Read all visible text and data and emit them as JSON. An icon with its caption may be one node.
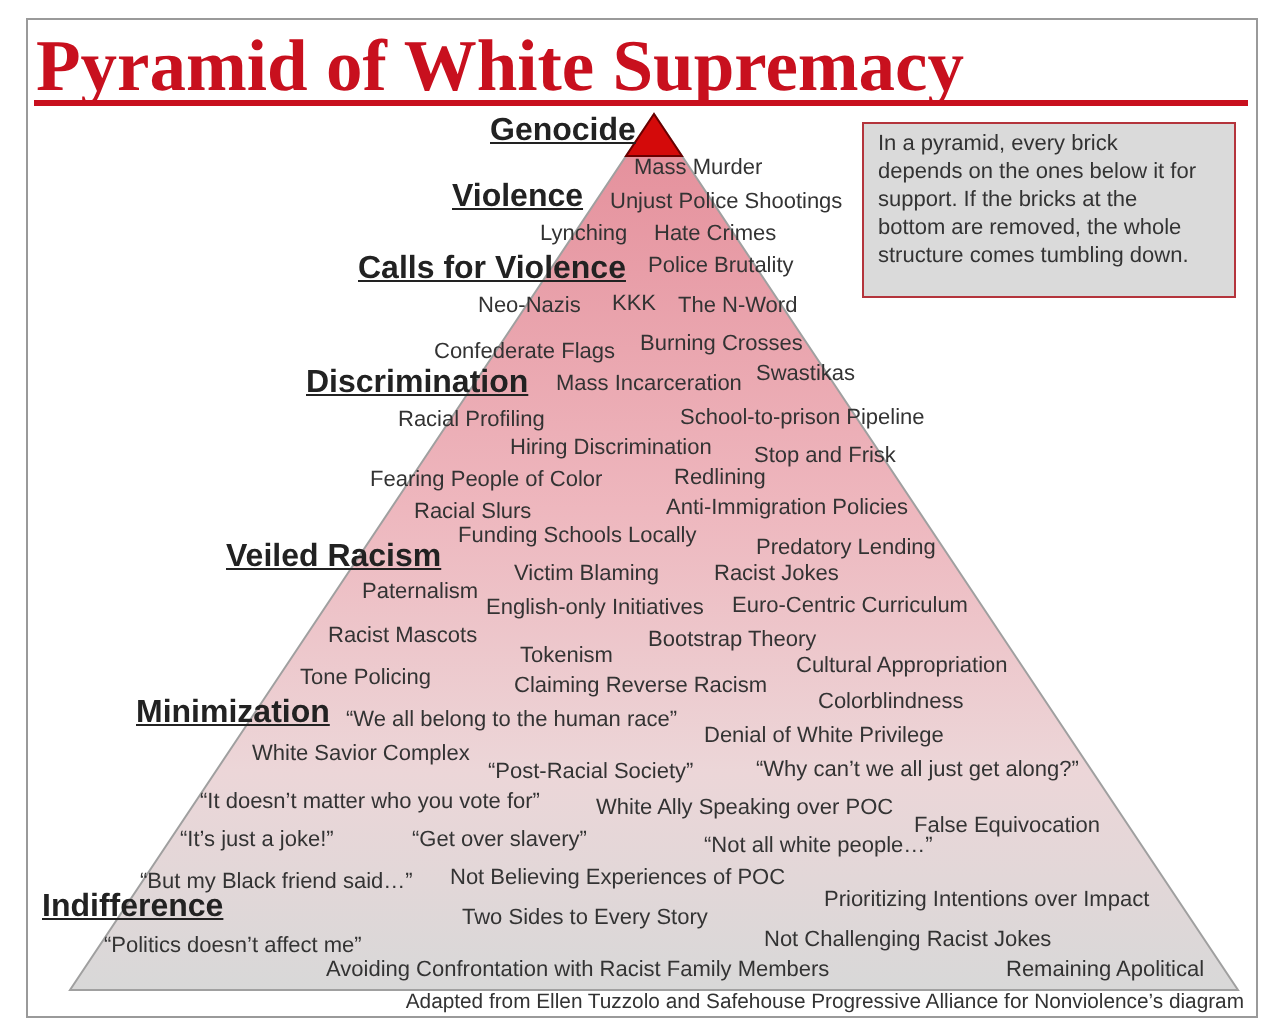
{
  "diagram": {
    "title": "Pyramid of White Supremacy",
    "caption": "Adapted from Ellen Tuzzolo and Safehouse Progressive Alliance for Nonviolence’s diagram",
    "nodes": [
      {
        "text": [
          "Mass Murder",
          "Unjust Police Shootings",
          "Lynching",
          "Hate Crimes",
          "Police Brutality",
          "Neo-Nazis",
          "KKK",
          "The N-Word",
          "Confederate Flags",
          "Burning Crosses",
          "Mass Incarceration",
          "Swastikas",
          "Racial Profiling",
          "School-to-prison Pipeline",
          "Hiring Discrimination",
          "Stop and Frisk",
          "Fearing People of Color",
          "Redlining",
          "Racial Slurs",
          "Anti-Immigration Policies",
          "Funding Schools Locally",
          "Predatory Lending",
          "Victim Blaming",
          "Racist Jokes",
          "Paternalism",
          "English-only Initiatives",
          "Euro-Centric Curriculum",
          "Racist Mascots",
          "Bootstrap Theory",
          "Tokenism",
          "Cultural Appropriation",
          "Tone Policing",
          "Claiming Reverse Racism",
          "Colorblindness",
          "“We all belong to the human race”",
          "Denial of White Privilege",
          "White Savior Complex",
          "“Post-Racial Society”",
          "“Why can’t we all just get along?”",
          "“It doesn’t matter who you vote for”",
          "White Ally Speaking over POC",
          "False Equivocation",
          "“It’s just a joke!”",
          "“Get over slavery”",
          "“Not all white people…”",
          "“But my Black friend said…”",
          "Not Believing Experiences of POC",
          "Prioritizing Intentions over Impact",
          "Two Sides to Every Story",
          "“Politics doesn’t affect me”",
          "Not Challenging Racist Jokes",
          "Avoiding Confrontation with Racist Family Members",
          "Remaining Apolitical"
        ]
      },
      {
        "text": [
          "In a pyramid, every brick depends on the ones below it for support. If the bricks at the bottom are removed, the whole structure comes tumbling down."
        ]
      }
    ],
    "labels": [
      "Genocide",
      "Violence",
      "Calls for Violence",
      "Discrimination",
      "Veiled Racism",
      "Minimization",
      "Indifference"
    ]
  }
}
